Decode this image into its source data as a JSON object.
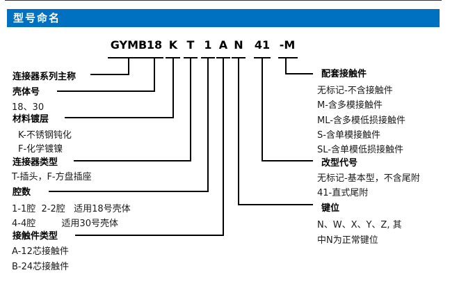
{
  "header": {
    "title": "型号命名"
  },
  "code": {
    "segments": [
      "GYMB",
      "18",
      "K",
      "T",
      "1",
      "A",
      "N",
      "41",
      "-M"
    ]
  },
  "left_groups": [
    {
      "title": "连接器系列主称",
      "items": []
    },
    {
      "title": "壳体号",
      "items": [
        "18、30"
      ]
    },
    {
      "title": "材料镀层",
      "items": [
        "K-不锈钢钝化",
        "F-化学镀镍"
      ]
    },
    {
      "title": "连接器类型",
      "items": [
        "T-插头，F-方盘插座"
      ]
    },
    {
      "title": "腔数",
      "items": [
        "1-1腔  2-2腔   适用18号壳体",
        "4-4腔         适用30号壳体"
      ]
    },
    {
      "title": "接触件类型",
      "items": [
        "A-12芯接触件",
        "B-24芯接触件"
      ]
    }
  ],
  "right_groups": [
    {
      "title": "配套接触件",
      "items": [
        "无标记-不含接触件",
        "M-含多模接触件",
        "ML-含多模低损接触件",
        "S-含单模接触件",
        "SL-含单模低损接触件"
      ]
    },
    {
      "title": "改型代号",
      "items": [
        "无标记-基本型，不含尾附",
        "41-直式尾附"
      ]
    },
    {
      "title": "键位",
      "items": [
        "N、W、X、Y、Z, 其",
        "中N为正常键位"
      ]
    }
  ],
  "colors": {
    "accent": "#0070C0",
    "line": "#000000",
    "title_text": "#ffffff"
  }
}
